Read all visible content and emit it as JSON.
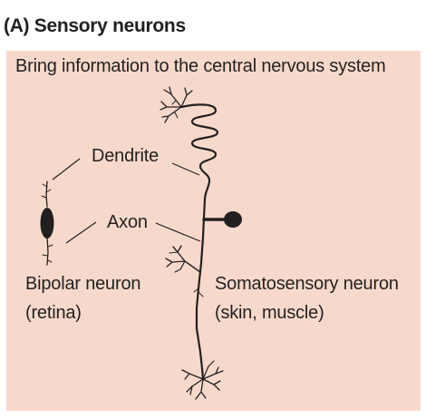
{
  "title": "(A)  Sensory neurons",
  "subtitle": "Bring information to the central nervous system",
  "labels": {
    "dendrite": "Dendrite",
    "axon": "Axon",
    "bipolar_name": "Bipolar neuron",
    "bipolar_location": "(retina)",
    "somatosensory_name": "Somatosensory neuron",
    "somatosensory_location": "(skin, muscle)"
  },
  "colors": {
    "panel_background": "#f7d9cb",
    "ink": "#231f20"
  },
  "icons": {
    "bipolar_neuron": "bipolar-neuron-icon",
    "somatosensory_neuron": "somatosensory-neuron-icon"
  }
}
